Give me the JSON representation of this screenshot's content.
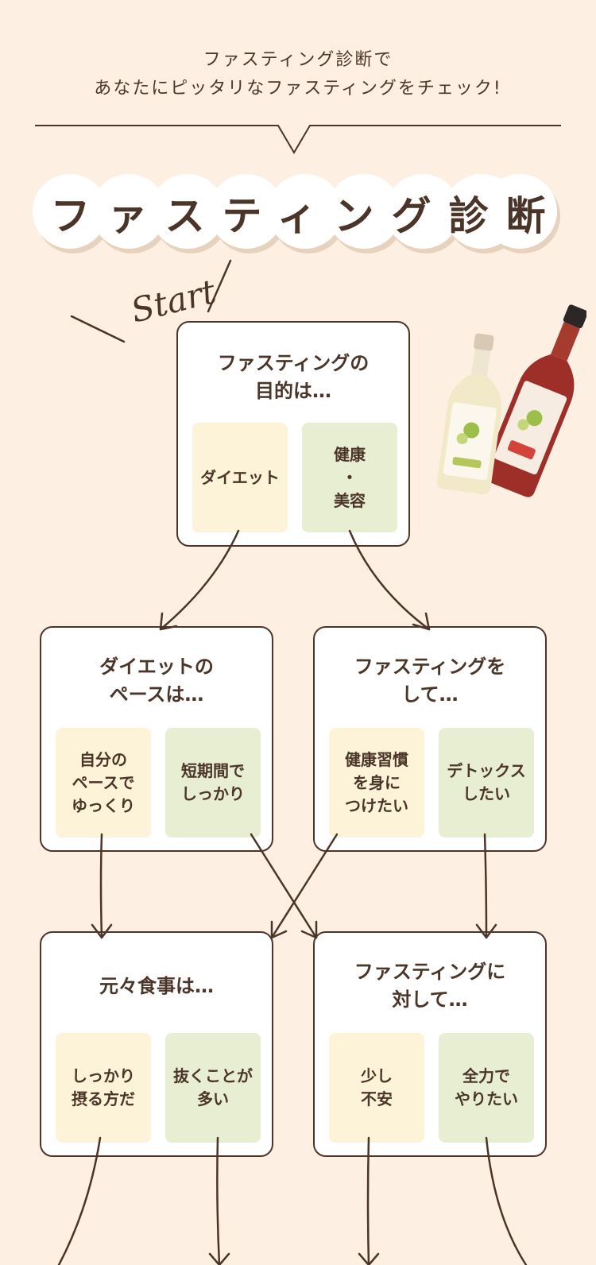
{
  "intro": {
    "line1": "ファスティング診断で",
    "line2": "あなたにピッタリなファスティングをチェック!"
  },
  "title": "ファスティング診断",
  "start_label": "Start",
  "questions": {
    "purpose": {
      "title_line1": "ファスティングの",
      "title_line2": "目的は…",
      "options": [
        {
          "lines": [
            "ダイエット"
          ]
        },
        {
          "lines": [
            "健康",
            "・",
            "美容"
          ]
        }
      ]
    },
    "diet_pace": {
      "title_line1": "ダイエットの",
      "title_line2": "ペースは…",
      "options": [
        {
          "lines": [
            "自分の",
            "ペースで",
            "ゆっくり"
          ]
        },
        {
          "lines": [
            "短期間で",
            "しっかり"
          ]
        }
      ]
    },
    "fasting_goal": {
      "title_line1": "ファスティングを",
      "title_line2": "して…",
      "options": [
        {
          "lines": [
            "健康習慣",
            "を身に",
            "つけたい"
          ]
        },
        {
          "lines": [
            "デトックス",
            "したい"
          ]
        }
      ]
    },
    "meals": {
      "title_line1": "元々食事は…",
      "title_line2": "",
      "options": [
        {
          "lines": [
            "しっかり",
            "摂る方だ"
          ]
        },
        {
          "lines": [
            "抜くことが",
            "多い"
          ]
        }
      ]
    },
    "attitude": {
      "title_line1": "ファスティングに",
      "title_line2": "対して…",
      "options": [
        {
          "lines": [
            "少し",
            "不安"
          ]
        },
        {
          "lines": [
            "全力で",
            "やりたい"
          ]
        }
      ]
    }
  },
  "colors": {
    "background": "#fdf0e3",
    "text": "#4b3528",
    "option_cream": "#fdf3d8",
    "option_green": "#e8eed2",
    "card_border": "#4b3528"
  },
  "icons": {
    "product_image": "fasting-drink-bottles-illustration"
  }
}
